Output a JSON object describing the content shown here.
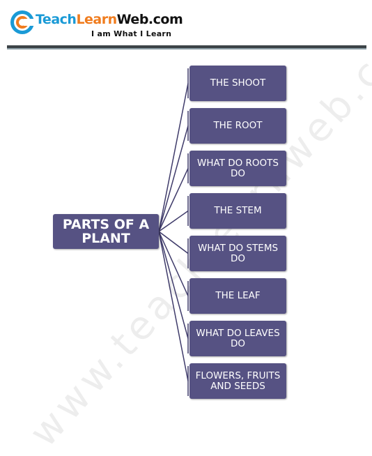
{
  "header": {
    "brand_part1": "Teach",
    "brand_part2": "Learn",
    "brand_part3": "Web.com",
    "tagline": "I am What I Learn"
  },
  "watermark": "www.teachlearnweb.com",
  "diagram": {
    "root": "PARTS OF A PLANT",
    "nodes": [
      "THE SHOOT",
      "THE ROOT",
      "WHAT DO ROOTS DO",
      "THE STEM",
      "WHAT DO STEMS DO",
      "THE LEAF",
      "WHAT DO LEAVES DO",
      "FLOWERS, FRUITS AND SEEDS"
    ]
  },
  "colors": {
    "node_fill": "#565283",
    "connector": "#3f3b6a",
    "brand_blue": "#1a9ad6",
    "brand_orange": "#f07c1e"
  }
}
